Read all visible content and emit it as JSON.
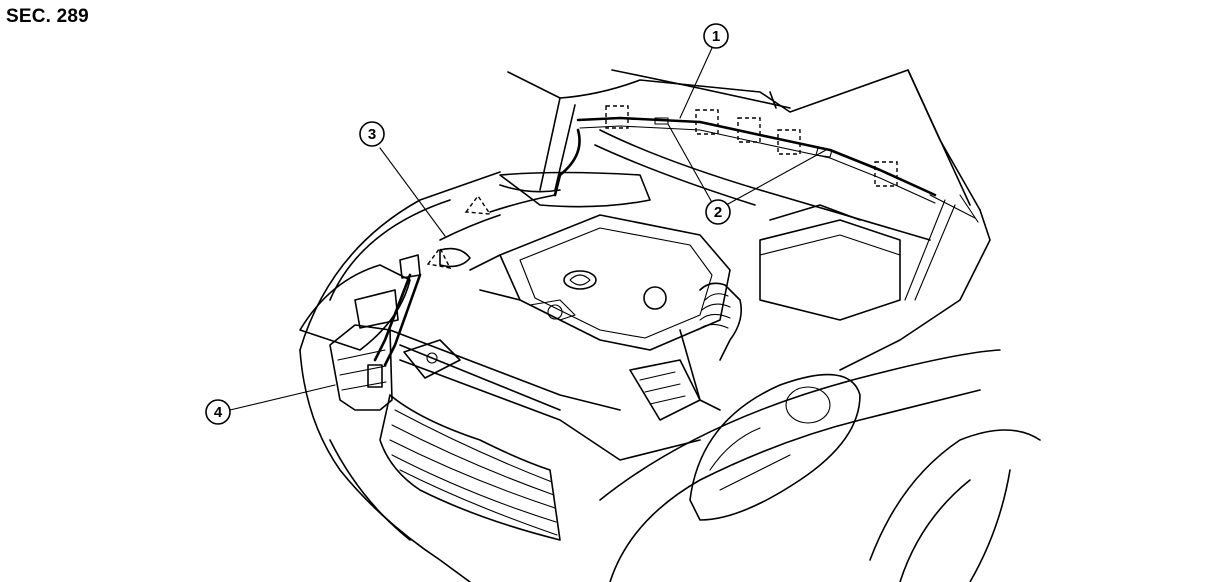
{
  "section_label": "SEC. 289",
  "callouts": [
    {
      "id": "callout-1",
      "number": "1"
    },
    {
      "id": "callout-2",
      "number": "2"
    },
    {
      "id": "callout-3",
      "number": "3"
    },
    {
      "id": "callout-4",
      "number": "4"
    }
  ]
}
